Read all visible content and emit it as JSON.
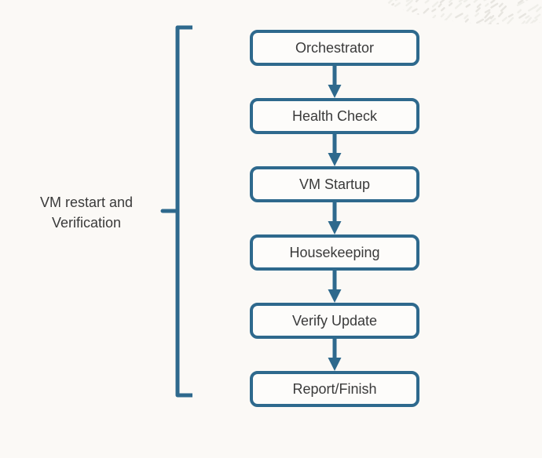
{
  "diagram": {
    "bracket_label": {
      "line1": "VM restart and",
      "line2": "Verification"
    },
    "nodes": [
      {
        "label": "Orchestrator"
      },
      {
        "label": "Health Check"
      },
      {
        "label": "VM Startup"
      },
      {
        "label": "Housekeeping"
      },
      {
        "label": "Verify Update"
      },
      {
        "label": "Report/Finish"
      }
    ],
    "flow_direction": "top-to-bottom",
    "colors": {
      "accent": "#2e698d",
      "background": "#fbf9f6",
      "node_fill": "#fdfcfa",
      "text": "#3a3a3a",
      "texture": "#e7e5e0",
      "texture_light": "#efeee9"
    }
  }
}
